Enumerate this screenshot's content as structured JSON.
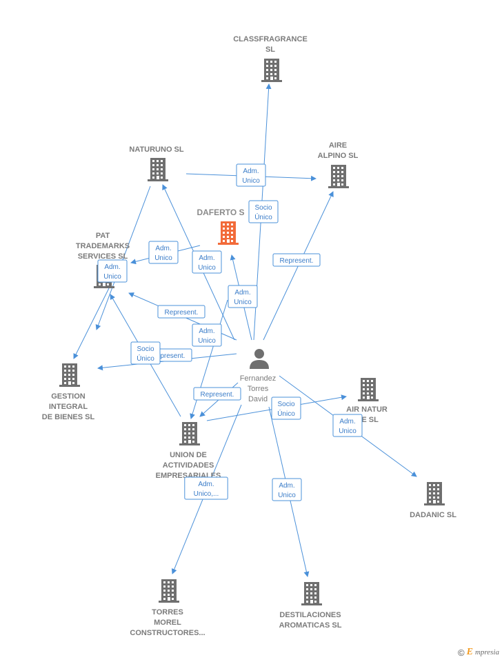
{
  "colors": {
    "edge": "#4a90d9",
    "building": "#6f6f6f",
    "highlight_building": "#f26b3a",
    "person": "#6f6f6f",
    "label": "#7b7b7b"
  },
  "center": {
    "lines": [
      "Fernandez",
      "Torres",
      "David"
    ]
  },
  "nodes": [
    {
      "id": "classfragrance",
      "lines": [
        "CLASSFRAGRANCE",
        "SL"
      ]
    },
    {
      "id": "naturuno",
      "lines": [
        "NATURUNO  SL"
      ]
    },
    {
      "id": "aire_alpino",
      "lines": [
        "AIRE",
        "ALPINO  SL"
      ]
    },
    {
      "id": "daferto",
      "lines": [
        "DAFERTO  S"
      ],
      "highlight": true
    },
    {
      "id": "pat",
      "lines": [
        "PAT",
        "TRADEMARKS",
        "SERVICES  SL"
      ]
    },
    {
      "id": "gestion",
      "lines": [
        "GESTION",
        "INTEGRAL",
        "DE BIENES  SL"
      ]
    },
    {
      "id": "union",
      "lines": [
        "UNION DE",
        "ACTIVIDADES",
        "EMPRESARIALES"
      ]
    },
    {
      "id": "air_natur",
      "lines": [
        "AIR NATUR",
        "ME  SL"
      ]
    },
    {
      "id": "dadanic",
      "lines": [
        "DADANIC  SL"
      ]
    },
    {
      "id": "torres",
      "lines": [
        "TORRES",
        "MOREL",
        "CONSTRUCTORES..."
      ]
    },
    {
      "id": "destilaciones",
      "lines": [
        "DESTILACIONES",
        "AROMATICAS SL"
      ]
    }
  ],
  "edge_labels": [
    {
      "id": "l1",
      "lines": [
        "Adm.",
        "Unico"
      ]
    },
    {
      "id": "l2",
      "lines": [
        "Socio",
        "Único"
      ]
    },
    {
      "id": "l3",
      "lines": [
        "Adm.",
        "Unico"
      ]
    },
    {
      "id": "l4",
      "lines": [
        "Adm.",
        "Unico"
      ]
    },
    {
      "id": "l5",
      "lines": [
        "Adm.",
        "Unico"
      ]
    },
    {
      "id": "l6",
      "lines": [
        "Represent."
      ]
    },
    {
      "id": "l7",
      "lines": [
        "Adm.",
        "Unico"
      ]
    },
    {
      "id": "l8",
      "lines": [
        "Represent."
      ]
    },
    {
      "id": "l9",
      "lines": [
        "Adm.",
        "Unico"
      ]
    },
    {
      "id": "l10",
      "lines": [
        "Socio",
        "Único"
      ]
    },
    {
      "id": "l11",
      "lines": [
        "Represent."
      ]
    },
    {
      "id": "l12",
      "lines": [
        "Represent."
      ]
    },
    {
      "id": "l13",
      "lines": [
        "Socio",
        "Único"
      ]
    },
    {
      "id": "l14",
      "lines": [
        "Adm.",
        "Unico"
      ]
    },
    {
      "id": "l15",
      "lines": [
        "Adm.",
        "Unico,..."
      ]
    },
    {
      "id": "l16",
      "lines": [
        "Adm.",
        "Unico"
      ]
    }
  ],
  "footer": {
    "copyright": "©",
    "brand_first": "E",
    "brand_rest": "mpresia"
  }
}
